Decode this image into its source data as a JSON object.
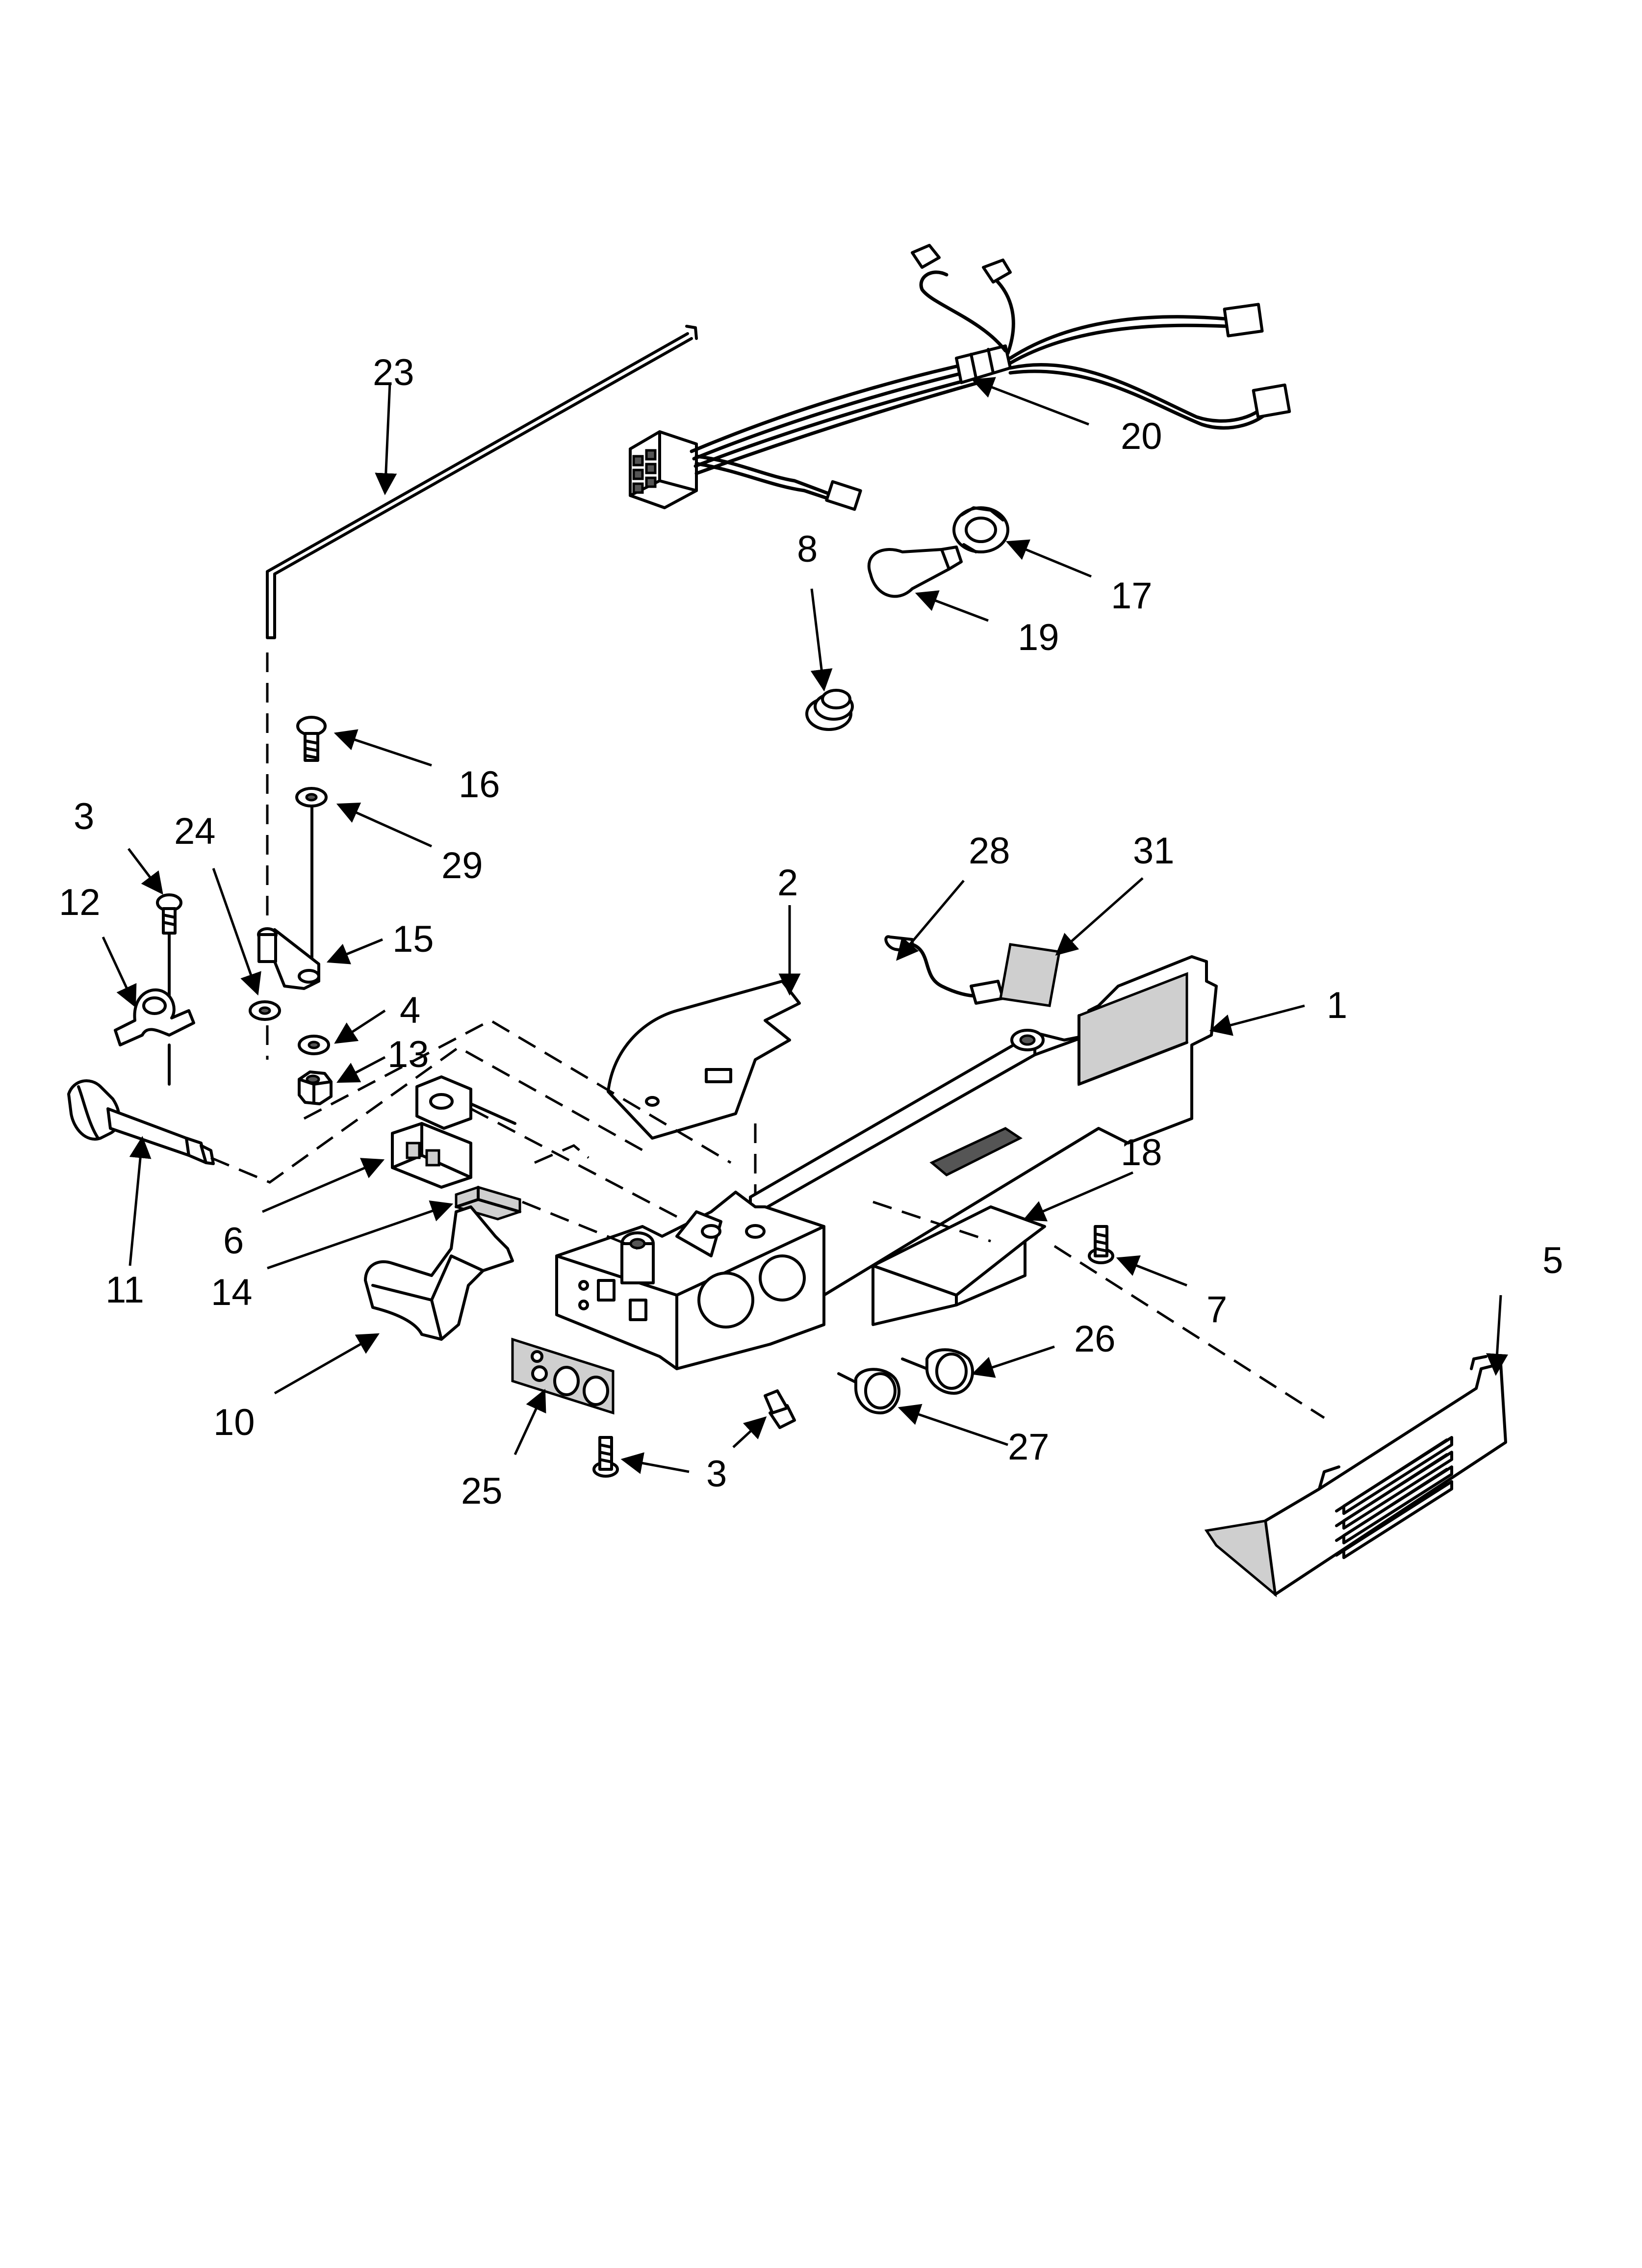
{
  "callouts": {
    "c1": "1",
    "c2": "2",
    "c3a": "3",
    "c3b": "3",
    "c4": "4",
    "c5": "5",
    "c6": "6",
    "c7": "7",
    "c8": "8",
    "c10": "10",
    "c11": "11",
    "c12": "12",
    "c13": "13",
    "c14": "14",
    "c15": "15",
    "c16": "16",
    "c17": "17",
    "c18": "18",
    "c19": "19",
    "c20": "20",
    "c23": "23",
    "c24": "24",
    "c25": "25",
    "c26": "26",
    "c27": "27",
    "c28": "28",
    "c29": "29",
    "c31": "31"
  }
}
